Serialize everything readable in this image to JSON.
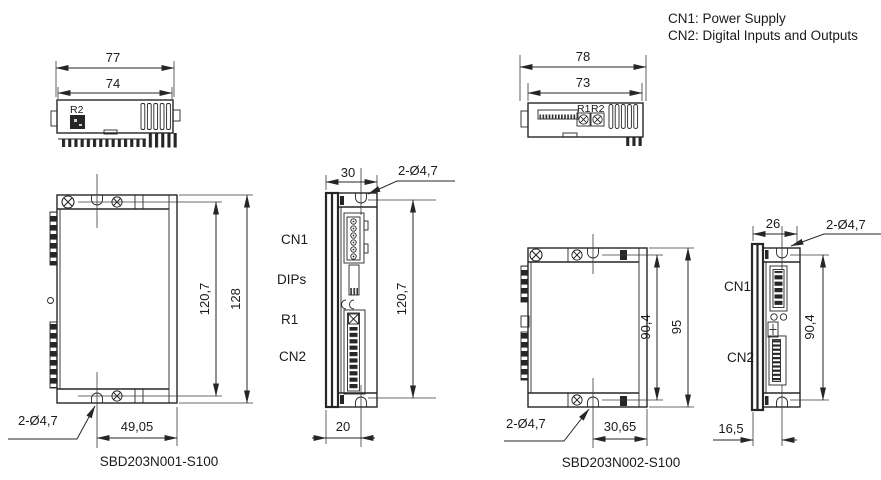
{
  "legend": {
    "line1": "CN1: Power Supply",
    "line2": "CN2: Digital Inputs and Outputs"
  },
  "left_unit": {
    "part_number": "SBD203N001-S100",
    "top_view": {
      "width_overall": "77",
      "width_body": "74",
      "pot_label": "R2"
    },
    "front_view": {
      "mount_spacing": "120,7",
      "height_overall": "128",
      "hole_callout": "2-Ø4,7",
      "slot_offset": "49,05"
    },
    "side_view": {
      "depth": "30",
      "hole_callout": "2-Ø4,7",
      "mount_spacing": "120,7",
      "base_offset": "20",
      "connectors": {
        "cn1": "CN1",
        "dips": "DIPs",
        "r1": "R1",
        "cn2": "CN2"
      }
    }
  },
  "right_unit": {
    "part_number": "SBD203N002-S100",
    "top_view": {
      "width_overall": "78",
      "width_body": "73",
      "pot1_label": "R1",
      "pot2_label": "R2"
    },
    "front_view": {
      "mount_spacing": "90,4",
      "height_overall": "95",
      "hole_callout": "2-Ø4,7",
      "slot_offset": "30,65"
    },
    "side_view": {
      "depth": "26",
      "hole_callout": "2-Ø4,7",
      "mount_spacing": "90,4",
      "base_offset": "16,5",
      "connectors": {
        "cn1": "CN1",
        "cn2": "CN2"
      }
    }
  },
  "colors": {
    "line": "#262626",
    "background": "#ffffff"
  }
}
